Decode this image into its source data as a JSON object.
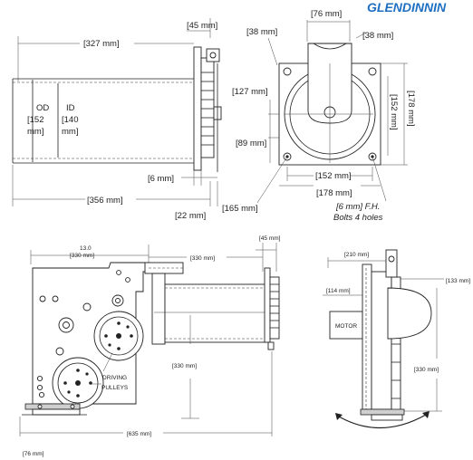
{
  "brand": {
    "name": "GLENDINNIN"
  },
  "view_top_left": {
    "dim_45": "[45 mm]",
    "dim_327": "[327 mm]",
    "od_label": "OD",
    "od_value_1": "[152",
    "od_value_2": "mm]",
    "id_label": "ID",
    "id_value_1": "[140",
    "id_value_2": "mm]",
    "dim_6": "[6 mm]",
    "dim_356": "[356 mm]",
    "dim_22": "[22 mm]"
  },
  "view_top_right": {
    "dim_76": "[76 mm]",
    "dim_38_left": "[38 mm]",
    "dim_38_right": "[38 mm]",
    "dim_127": "[127 mm]",
    "dim_89": "[89 mm]",
    "dim_152_v": "[152 mm]",
    "dim_178_v": "[178 mm]",
    "dim_152_h": "[152 mm]",
    "dim_178_h": "[178 mm]",
    "dim_165": "[165 mm]",
    "bolt_note_1": "[6 mm] F.H.",
    "bolt_note_2": "Bolts 4 holes"
  },
  "view_bottom_left": {
    "dim_13_in": "13.0",
    "dim_330_a": "[330 mm]",
    "dim_330_b": "[330 mm]",
    "dim_45": "[45 mm]",
    "dim_330_c": "[330 mm]",
    "driving_1": "DRIVING",
    "driving_2": "PULLEYS",
    "dim_635": "[635 mm]",
    "dim_76": "[76 mm]"
  },
  "view_bottom_right": {
    "dim_210": "[210 mm]",
    "dim_133": "[133 mm]",
    "dim_114": "[114 mm]",
    "motor": "MOTOR",
    "dim_330": "[330 mm]"
  }
}
